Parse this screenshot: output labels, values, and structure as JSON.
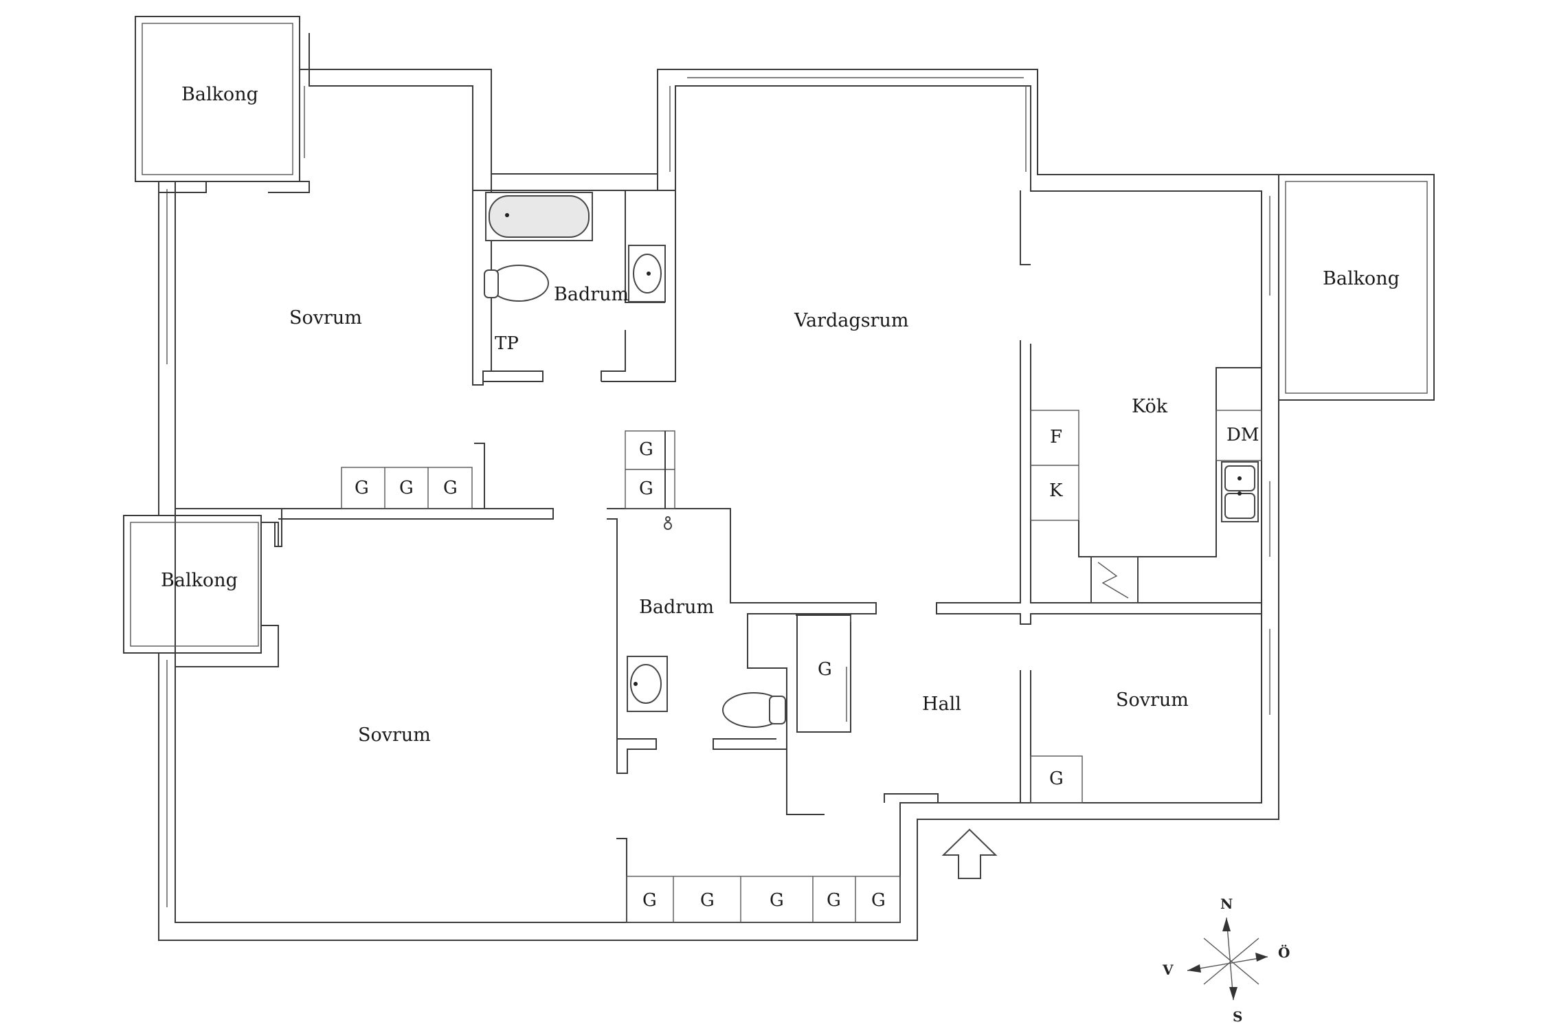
{
  "rooms": {
    "balkong_nw": "Balkong",
    "balkong_w": "Balkong",
    "balkong_e": "Balkong",
    "sovrum_nw": "Sovrum",
    "sovrum_sw": "Sovrum",
    "sovrum_e": "Sovrum",
    "badrum_n": "Badrum",
    "badrum_c": "Badrum",
    "vardagsrum": "Vardagsrum",
    "kok": "Kök",
    "hall": "Hall"
  },
  "fixtures": {
    "tp": "TP",
    "dm": "DM",
    "f": "F",
    "k": "K",
    "g": "G"
  },
  "compass": {
    "n": "N",
    "e": "Ö",
    "s": "S",
    "w": "V"
  },
  "colors": {
    "wall": "#3a3a3a",
    "background": "#ffffff"
  },
  "icons": [
    "bathtub-icon",
    "toilet-icon",
    "sink-icon",
    "kitchen-sink-icon",
    "stove-icon",
    "entrance-arrow-icon",
    "compass-icon"
  ]
}
